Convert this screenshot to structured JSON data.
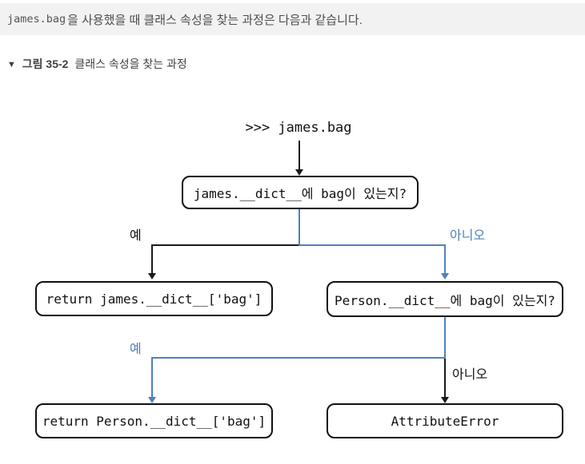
{
  "header": {
    "code": "james.bag",
    "text": "을 사용했을 때 클래스 속성을 찾는 과정은 다음과 같습니다."
  },
  "caption": {
    "marker": "▼",
    "number": "그림 35-2",
    "text": "클래스 속성을 찾는 과정"
  },
  "flowchart": {
    "start_code": ">>> james.bag",
    "nodes": {
      "check_james": "james.__dict__에 bag이 있는지?",
      "return_james": "return james.__dict__['bag']",
      "check_person": "Person.__dict__에 bag이 있는지?",
      "return_person": "return Person.__dict__['bag']",
      "attribute_error": "AttributeError"
    },
    "labels": {
      "yes1": "예",
      "no1": "아니오",
      "yes2": "예",
      "no2": "아니오"
    }
  },
  "colors": {
    "accent_blue": "#4F81BD",
    "line_black": "#1a1a1a",
    "header_bg": "#f2f2f2",
    "header_text": "#4d4d4d"
  }
}
